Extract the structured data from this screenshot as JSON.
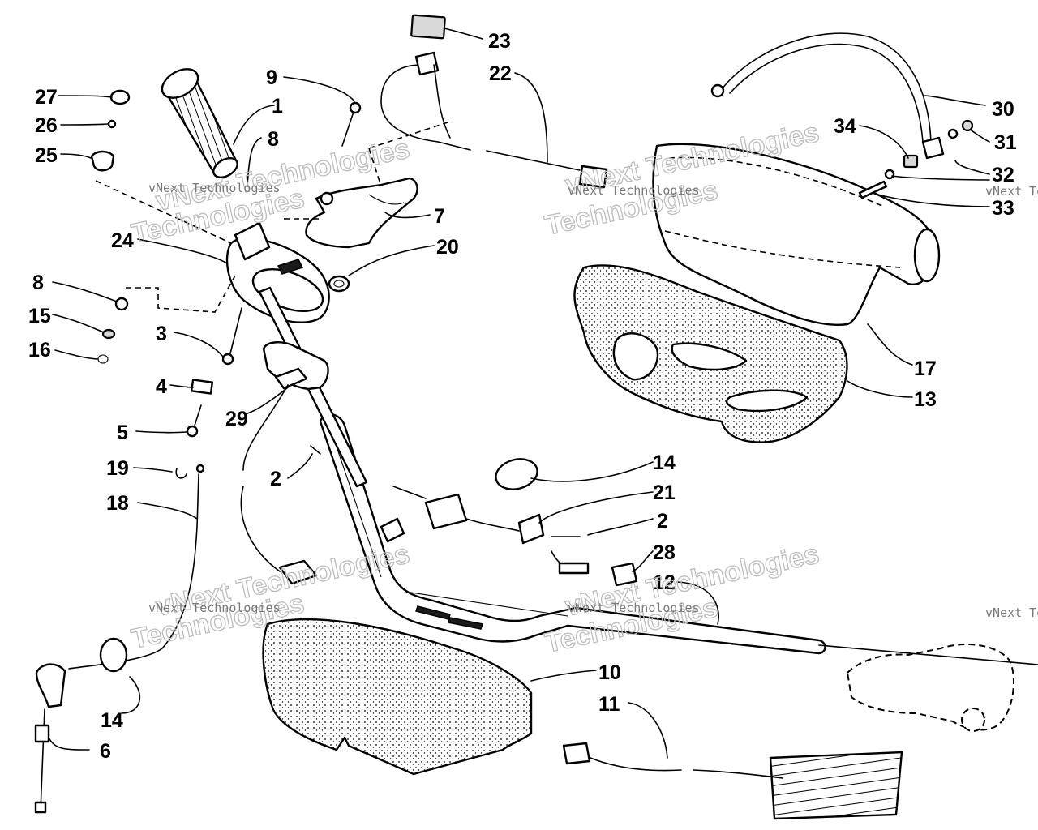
{
  "watermark": {
    "line1": "vNext Technologies",
    "line2": "Technologies",
    "partial_right": "vNext Te",
    "partial_right2": "vNext Te"
  },
  "callouts": {
    "c1": "1",
    "c2a": "2",
    "c2b": "2",
    "c3": "3",
    "c4": "4",
    "c5": "5",
    "c6": "6",
    "c7": "7",
    "c8a": "8",
    "c8b": "8",
    "c9": "9",
    "c10": "10",
    "c11": "11",
    "c12": "12",
    "c13": "13",
    "c14a": "14",
    "c14b": "14",
    "c15": "15",
    "c16": "16",
    "c17": "17",
    "c18": "18",
    "c19": "19",
    "c20": "20",
    "c21": "21",
    "c22": "22",
    "c23": "23",
    "c24": "24",
    "c25": "25",
    "c26": "26",
    "c27": "27",
    "c28": "28",
    "c29": "29",
    "c30": "30",
    "c31": "31",
    "c32": "32",
    "c33": "33",
    "c34": "34"
  },
  "colors": {
    "ink": "#000000",
    "watermark": "#bdbdbd",
    "paper": "#ffffff"
  }
}
